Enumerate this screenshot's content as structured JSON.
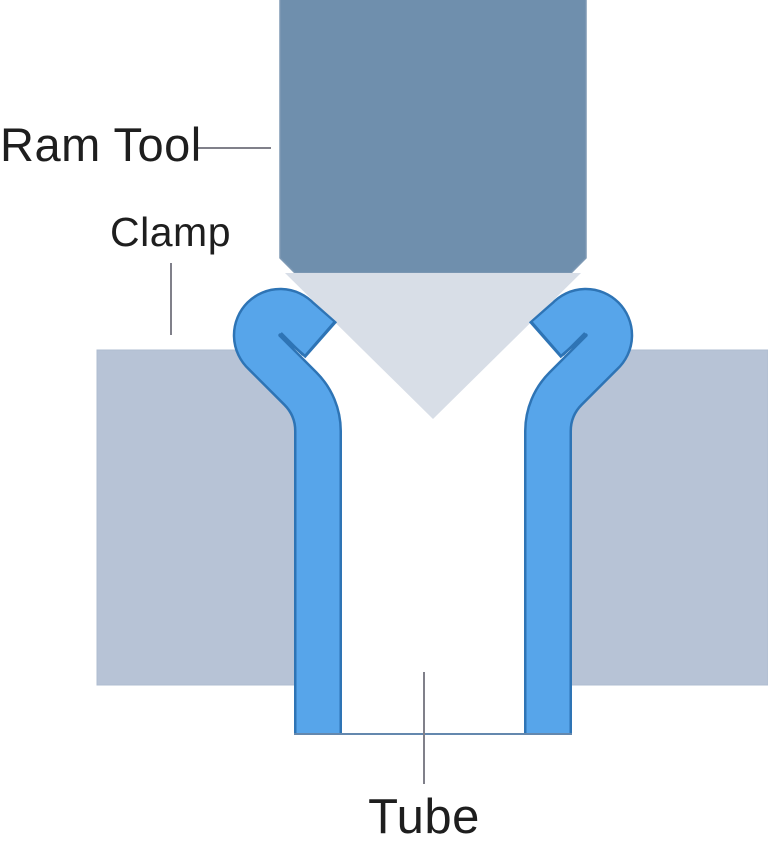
{
  "diagram": {
    "type": "tube-flaring-process-diagram",
    "labels": {
      "ram_tool": "Ram Tool",
      "clamp": "Clamp",
      "tube": "Tube"
    },
    "colors": {
      "background": "#ffffff",
      "ram_fill": "#6F8FAD",
      "ram_edge": "#7E99B4",
      "cone_fill": "#D8DEE7",
      "clamp_fill": "#B7C3D6",
      "clamp_edge": "#AFBCD0",
      "tube_fill": "#57A5EA",
      "tube_outline": "#2E74B5",
      "tube_open_edge": "#6488AE",
      "leader": "#80808A",
      "text": "#1E1E1E"
    }
  }
}
